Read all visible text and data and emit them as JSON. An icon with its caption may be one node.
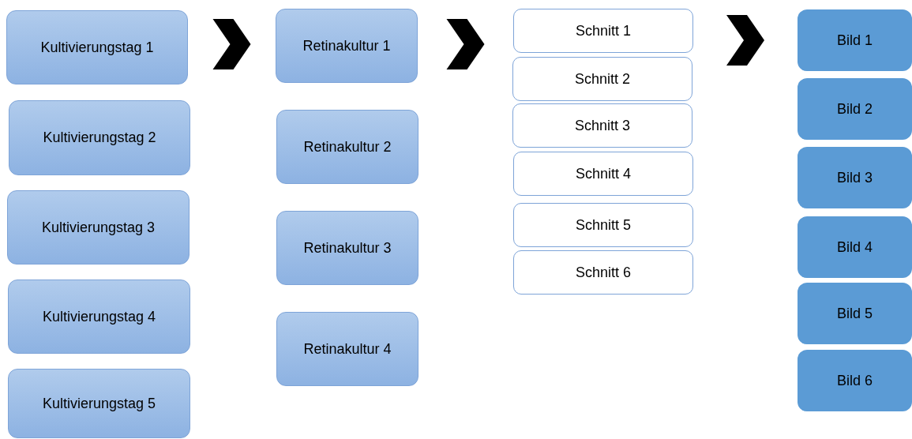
{
  "diagram": {
    "nodes": [
      {
        "text": [
          "Kultivierungstag 1"
        ]
      },
      {
        "text": [
          "Kultivierungstag 2"
        ]
      },
      {
        "text": [
          "Kultivierungstag 3"
        ]
      },
      {
        "text": [
          "Kultivierungstag 4"
        ]
      },
      {
        "text": [
          "Kultivierungstag 5"
        ]
      },
      {
        "text": [
          "Retinakultur 1"
        ]
      },
      {
        "text": [
          "Retinakultur 2"
        ]
      },
      {
        "text": [
          "Retinakultur 3"
        ]
      },
      {
        "text": [
          "Retinakultur 4"
        ]
      },
      {
        "text": [
          "Schnitt 1"
        ]
      },
      {
        "text": [
          "Schnitt 2"
        ]
      },
      {
        "text": [
          "Schnitt 3"
        ]
      },
      {
        "text": [
          "Schnitt 4"
        ]
      },
      {
        "text": [
          "Schnitt 5"
        ]
      },
      {
        "text": [
          "Schnitt 6"
        ]
      },
      {
        "text": [
          "Bild 1"
        ]
      },
      {
        "text": [
          "Bild 2"
        ]
      },
      {
        "text": [
          "Bild 3"
        ]
      },
      {
        "text": [
          "Bild 4"
        ]
      },
      {
        "text": [
          "Bild 5"
        ]
      },
      {
        "text": [
          "Bild 6"
        ]
      }
    ],
    "edges": [
      {
        "from": 0,
        "to": 5,
        "arrow": "to"
      },
      {
        "from": 5,
        "to": 9,
        "arrow": "to"
      },
      {
        "from": 9,
        "to": 15,
        "arrow": "to"
      }
    ]
  }
}
